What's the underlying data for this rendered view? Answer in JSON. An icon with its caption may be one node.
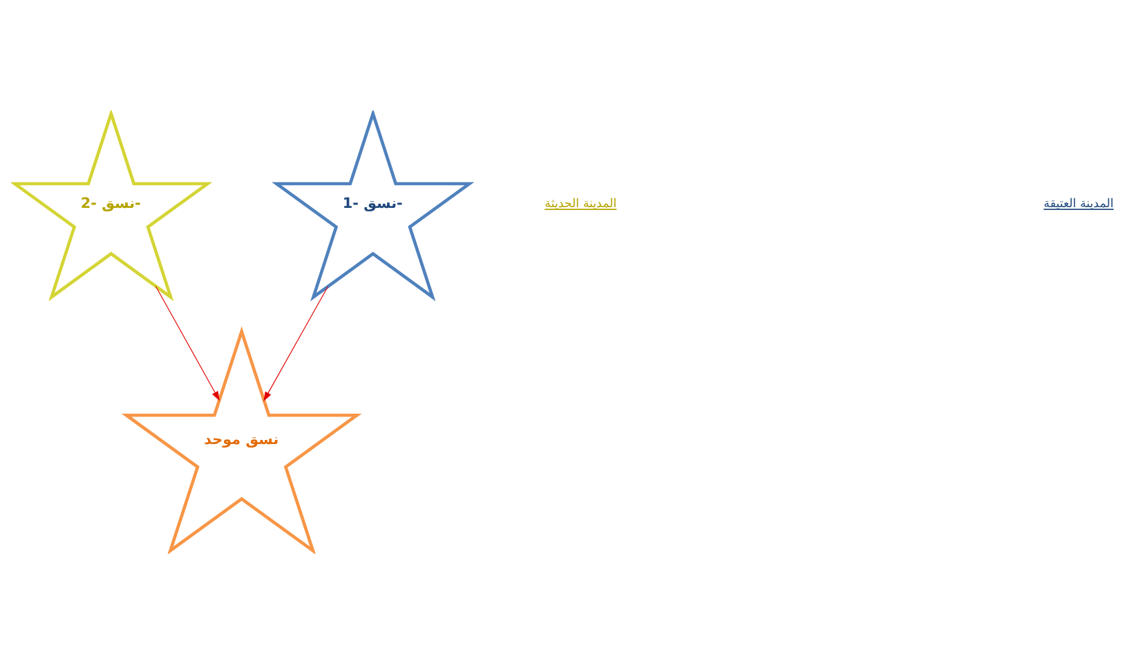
{
  "diagram": {
    "nodes": [
      {
        "text": [
          "نسق -1-"
        ]
      },
      {
        "text": [
          "نسق -2-"
        ]
      },
      {
        "text": [
          "نسق موحد"
        ]
      }
    ],
    "edges": [
      {
        "from": 0,
        "to": 2,
        "arrow": "to"
      },
      {
        "from": 1,
        "to": 2,
        "arrow": "to"
      }
    ],
    "labels": [
      "المدينة الحديثة",
      "المدينة العتيقة"
    ]
  }
}
